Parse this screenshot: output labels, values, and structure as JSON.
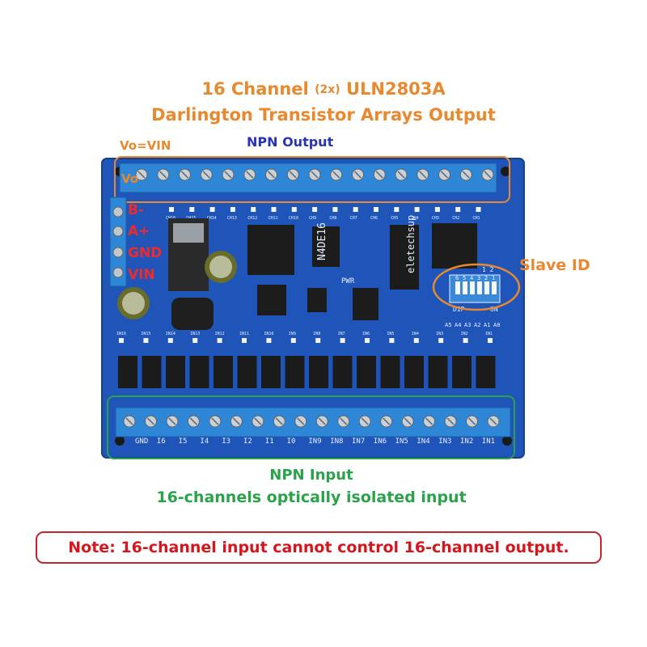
{
  "header": {
    "line1_prefix": "16 Channel",
    "line1_multiplier": "(2x)",
    "line1_chip": "ULN2803A",
    "line2": "Darlington Transistor Arrays Output"
  },
  "output_block": {
    "vo_vin_label": "Vo=VIN",
    "npn_output_label": "NPN Output",
    "vo_terminal_label": "Vo",
    "terminal_count": 17,
    "channel_labels": [
      "CH16",
      "CH15",
      "CH14",
      "CH13",
      "CH12",
      "CH11",
      "CH10",
      "CH9",
      "CH8",
      "CH7",
      "CH6",
      "CH5",
      "CH4",
      "CH3",
      "CH2",
      "CH1"
    ]
  },
  "power_pins": {
    "labels": [
      "B-",
      "A+",
      "GND",
      "VIN"
    ]
  },
  "board": {
    "silkscreen_model": "N4DE16",
    "silkscreen_brand": "eletechsup",
    "pwr_label": "PWR",
    "dip": {
      "numbers": [
        "6",
        "5",
        "4",
        "3",
        "2",
        "1"
      ],
      "dip_text": "DIP",
      "on_text": "ON",
      "address_labels": [
        "A5",
        "A4",
        "A3",
        "A2",
        "A1",
        "A0"
      ]
    }
  },
  "slave_id_label": "Slave ID",
  "input_block": {
    "terminal_count": 18,
    "terminal_labels": [
      "GND",
      "I6",
      "I5",
      "I4",
      "I3",
      "I2",
      "I1",
      "I0",
      "IN9",
      "IN8",
      "IN7",
      "IN6",
      "IN5",
      "IN4",
      "IN3",
      "IN2",
      "IN1"
    ],
    "led_labels": [
      "IN16",
      "IN15",
      "IN14",
      "IN13",
      "IN12",
      "IN11",
      "IN10",
      "IN9",
      "IN8",
      "IN7",
      "IN6",
      "IN5",
      "IN4",
      "IN3",
      "IN2",
      "IN1"
    ],
    "npn_input_label": "NPN Input",
    "description": "16-channels optically isolated input"
  },
  "note": "Note: 16-channel input cannot control 16-channel output.",
  "colors": {
    "pcb": "#1f55b8",
    "terminal_block": "#2e86d6",
    "orange_accent": "#e8892f",
    "green_accent": "#2aa24a",
    "note_red": "#d5161c",
    "npn_output_blue": "#2b33b5"
  }
}
